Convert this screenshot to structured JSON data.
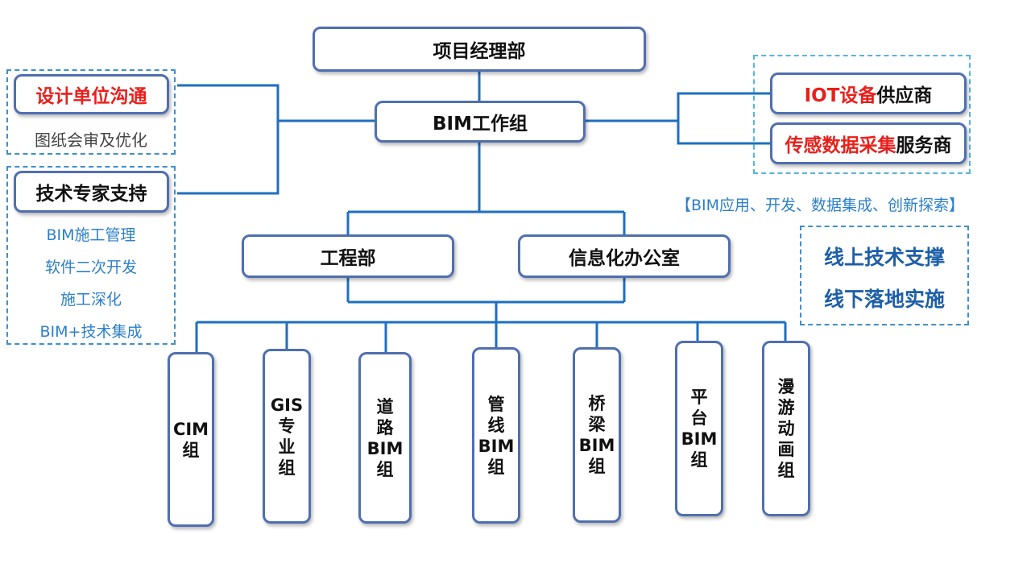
{
  "top": {
    "title": "项目经理部"
  },
  "bim_group": {
    "title": "BIM工作组"
  },
  "left_panel": {
    "design_comm": "设计单位沟通",
    "drawing_review": "图纸会审及优化",
    "expert_support": "技术专家支持",
    "items": [
      "BIM施工管理",
      "软件二次开发",
      "施工深化",
      "BIM+技术集成"
    ]
  },
  "right_panel": {
    "iot_red": "IOT设备",
    "iot_black": "供应商",
    "sensor_red": "传感数据采集",
    "sensor_black": "服务商",
    "bracket_note": "【BIM应用、开发、数据集成、创新探索】",
    "online": "线上技术支撑",
    "offline": "线下落地实施"
  },
  "departments": {
    "engineering": "工程部",
    "informatization": "信息化办公室"
  },
  "groups": [
    "CIM\n组",
    "GIS\n专\n业\n组",
    "道\n路\nBIM\n组",
    "管\n线\nBIM\n组",
    "桥\n梁\nBIM\n组",
    "平\n台\nBIM\n组",
    "漫\n游\n动\n画\n组"
  ],
  "colors": {
    "connector": "#1e6fc0",
    "box_border": "#4f6fb0",
    "dash": "#3d8fcf",
    "accent_red": "#e8201c"
  }
}
